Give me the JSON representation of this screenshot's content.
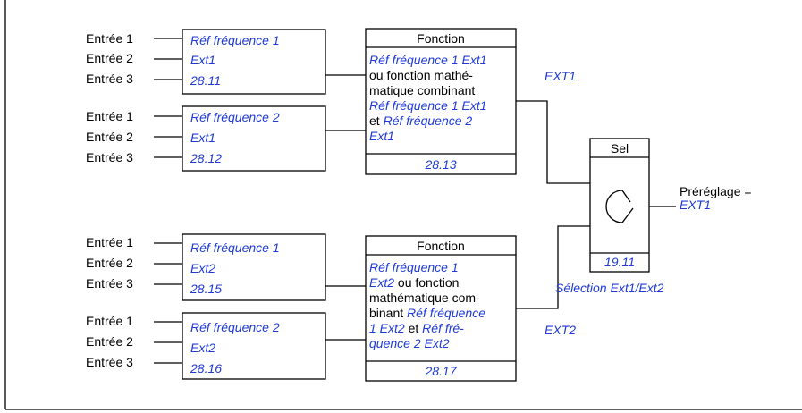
{
  "colors": {
    "accent": "#1f3bd6",
    "line": "#000000",
    "background": "#ffffff"
  },
  "inputs": {
    "in1": "Entrée 1",
    "in2": "Entrée 2",
    "in3": "Entrée 3"
  },
  "ref_blocks": {
    "a": {
      "line1": "Réf fréquence 1",
      "line2": "Ext1",
      "param": "28.11"
    },
    "b": {
      "line1": "Réf fréquence 2",
      "line2": "Ext1",
      "param": "28.12"
    },
    "c": {
      "line1": "Réf fréquence 1",
      "line2": "Ext2",
      "param": "28.15"
    },
    "d": {
      "line1": "Réf fréquence 2",
      "line2": "Ext2",
      "param": "28.16"
    }
  },
  "function_blocks": {
    "top": {
      "title": "Fonction",
      "l1": "Réf fréquence 1 Ext1",
      "l2": "ou fonction mathé-",
      "l3": "matique combinant",
      "l4": "Réf fréquence 1 Ext1",
      "l5a": "et ",
      "l5b": "Réf fréquence 2",
      "l6": "Ext1",
      "param": "28.13"
    },
    "bottom": {
      "title": "Fonction",
      "l1": "Réf fréquence 1",
      "l2a": "Ext2",
      "l2b": " ou fonction",
      "l3": "mathématique com-",
      "l4a": "binant ",
      "l4b": "Réf fréquence",
      "l5a": "1 Ext2",
      "l5b": " et ",
      "l5c": "Réf fré-",
      "l6": "quence 2 Ext2",
      "param": "28.17"
    }
  },
  "ext_labels": {
    "ext1": "EXT1",
    "ext2": "EXT2"
  },
  "selector": {
    "title": "Sel",
    "param": "19.11",
    "caption": "Sélection Ext1/Ext2",
    "preset_label": "Préréglage =",
    "preset_value": "EXT1",
    "switch_icon": "selector-switch-icon"
  }
}
